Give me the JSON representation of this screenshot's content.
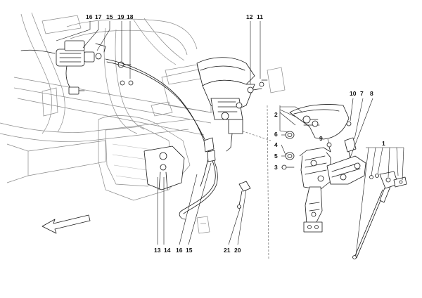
{
  "callouts": {
    "c1": "1",
    "c2": "2",
    "c3": "3",
    "c4": "4",
    "c5": "5",
    "c6": "6",
    "c7": "7",
    "c8": "8",
    "c9": "9",
    "c10": "10",
    "c11": "11",
    "c12": "12",
    "c13": "13",
    "c14": "14",
    "c15_top": "15",
    "c15_bottom": "15",
    "c16_top": "16",
    "c16_bottom": "16",
    "c17": "17",
    "c18": "18",
    "c19": "19",
    "c20": "20",
    "c21": "21"
  }
}
